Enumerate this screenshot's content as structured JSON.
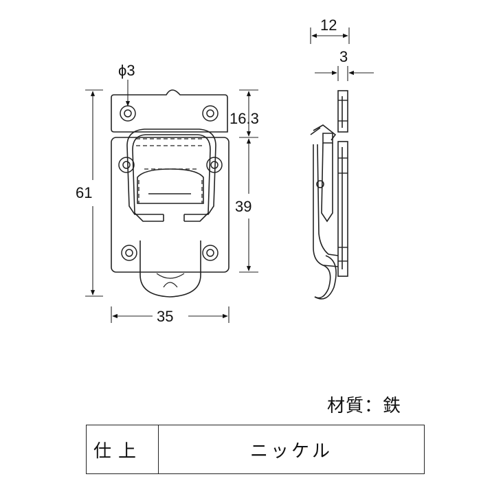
{
  "dimensions": {
    "hole_diameter": "ϕ3",
    "height_total": "61",
    "width_total": "35",
    "top_offset": "16.3",
    "body_height": "39",
    "side_depth": "12",
    "plate_thickness": "3"
  },
  "material": {
    "text": "材質：鉄"
  },
  "finish_table": {
    "label": "仕上",
    "value": "ニッケル"
  }
}
